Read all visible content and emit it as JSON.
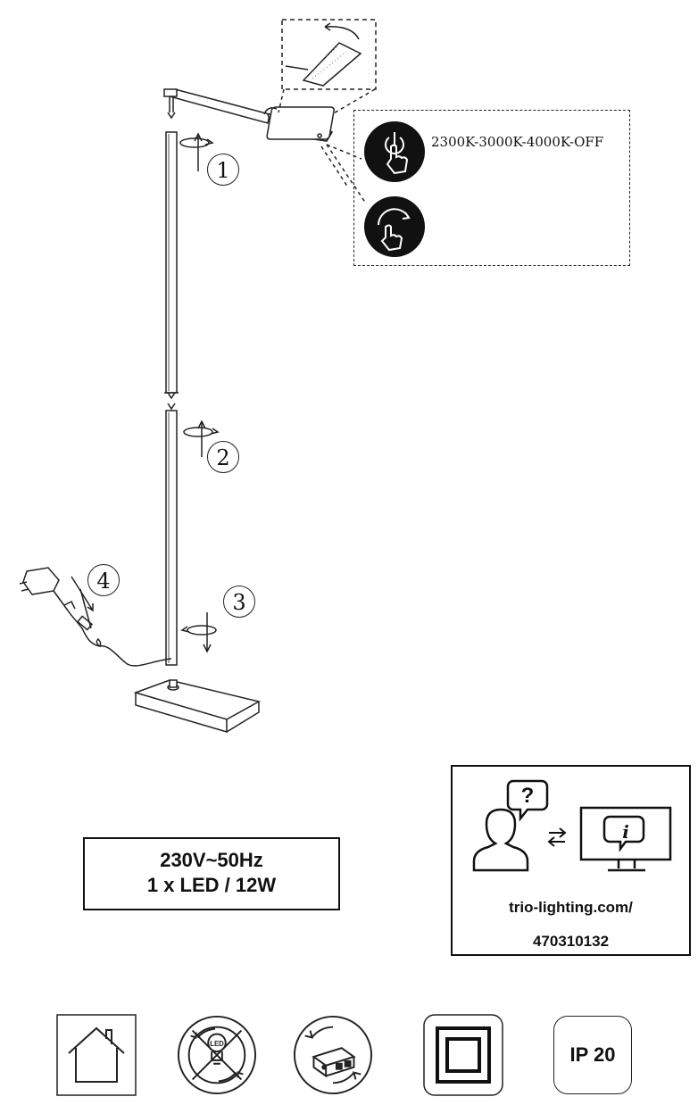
{
  "diagram": {
    "steps": [
      "1",
      "2",
      "3",
      "4"
    ],
    "color_temperature_modes": "2300K-3000K-4000K-OFF",
    "icons": [
      "touch-switch-icon",
      "touch-dimmer-icon"
    ]
  },
  "spec": {
    "voltage": "230V~50Hz",
    "light_source": "1 x LED / 12W"
  },
  "info": {
    "url_line1": "trio-lighting.com/",
    "url_line2": "470310132"
  },
  "symbols": {
    "ip_rating": "IP 20",
    "icons": [
      "indoor-use-house-icon",
      "led-not-replaceable-icon",
      "driver-not-replaceable-icon",
      "protection-class-2-icon"
    ]
  }
}
